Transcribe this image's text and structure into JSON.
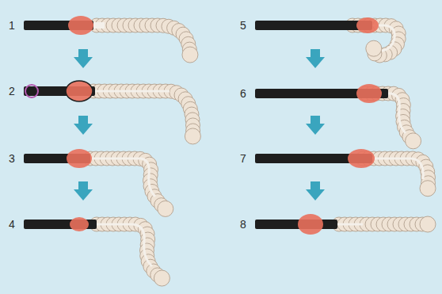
{
  "diagram": {
    "labels": [
      "1",
      "2",
      "3",
      "4",
      "5",
      "6",
      "7",
      "8"
    ]
  }
}
